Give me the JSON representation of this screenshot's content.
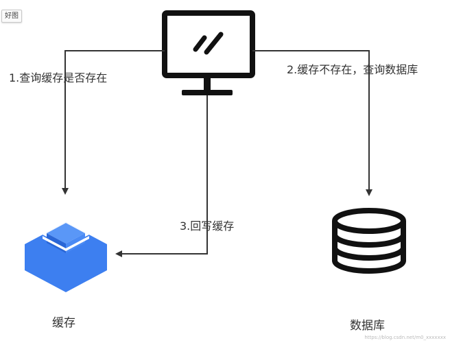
{
  "toolbar": {
    "tag_label": "好图"
  },
  "edges": {
    "query_cache": "1.查询缓存是否存在",
    "query_db": "2.缓存不存在，查询数据库",
    "write_back": "3.回写缓存"
  },
  "nodes": {
    "client": {
      "icon": "monitor-icon"
    },
    "cache": {
      "label": "缓存",
      "icon": "cache-box-icon",
      "color": "#3d7ff0",
      "color_top": "#5a97f7",
      "color_dark": "#2a66d6"
    },
    "database": {
      "label": "数据库",
      "icon": "database-icon",
      "color": "#111111"
    }
  },
  "watermark": "https://blog.csdn.net/m0_xxxxxxx",
  "colors": {
    "line": "#333333",
    "monitor": "#111111"
  }
}
